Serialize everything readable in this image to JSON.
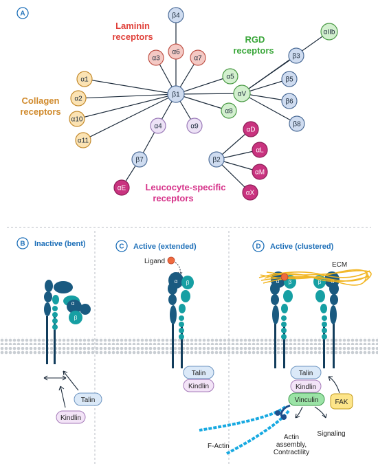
{
  "panel_a": {
    "letter": "A",
    "groups": {
      "laminin": {
        "line1": "Laminin",
        "line2": "receptors",
        "color": "#e0413a"
      },
      "rgd": {
        "line1": "RGD",
        "line2": "receptors",
        "color": "#3aa63a"
      },
      "collagen": {
        "line1": "Collagen",
        "line2": "receptors",
        "color": "#d08a2c"
      },
      "leucocyte": {
        "line1": "Leucocyte-specific",
        "line2": "receptors",
        "color": "#d6338a"
      }
    },
    "nodes": {
      "b4": "β4",
      "a6": "α6",
      "a3": "α3",
      "a7": "α7",
      "a1": "α1",
      "a2": "α2",
      "a10": "α10",
      "a11": "α11",
      "b1": "β1",
      "a5": "α5",
      "aV": "αV",
      "a8": "α8",
      "aIIb": "αIIb",
      "b3": "β3",
      "b5": "β5",
      "b6": "β6",
      "b8": "β8",
      "a4": "α4",
      "a9": "α9",
      "b7": "β7",
      "aE": "αE",
      "b2": "β2",
      "aD": "αD",
      "aL": "αL",
      "aM": "αM",
      "aX": "αX"
    }
  },
  "panel_b": {
    "letter": "B",
    "title": "Inactive (bent)",
    "talin": "Talin",
    "kindlin": "Kindlin",
    "alpha": "α",
    "beta": "β"
  },
  "panel_c": {
    "letter": "C",
    "title": "Active (extended)",
    "ligand": "Ligand",
    "talin": "Talin",
    "kindlin": "Kindlin",
    "alpha": "α",
    "beta": "β"
  },
  "panel_d": {
    "letter": "D",
    "title": "Active (clustered)",
    "ecm": "ECM",
    "talin": "Talin",
    "kindlin": "Kindlin",
    "vinculin": "Vinculin",
    "fak": "FAK",
    "actin_line1": "Actin",
    "actin_line2": "assembly,",
    "actin_line3": "Contractility",
    "signaling": "Signaling",
    "factin": "F-Actin",
    "alpha": "α",
    "beta": "β"
  }
}
